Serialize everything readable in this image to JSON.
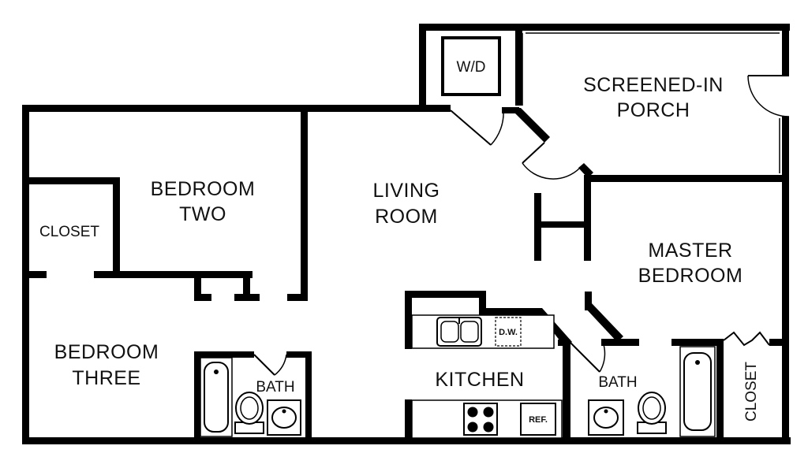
{
  "rooms": {
    "bedroom_two": [
      "BEDROOM",
      "TWO"
    ],
    "bedroom_three": [
      "BEDROOM",
      "THREE"
    ],
    "closet_left": "CLOSET",
    "living_room": [
      "LIVING",
      "ROOM"
    ],
    "screened_porch": [
      "SCREENED-IN",
      "PORCH"
    ],
    "master_bedroom": [
      "MASTER",
      "BEDROOM"
    ],
    "kitchen": "KITCHEN",
    "bath_left": "BATH",
    "bath_right": "BATH",
    "closet_right": "CLOSET"
  },
  "fixtures": {
    "washer_dryer": "W/D",
    "dishwasher": "D.W.",
    "refrigerator": "REF."
  }
}
